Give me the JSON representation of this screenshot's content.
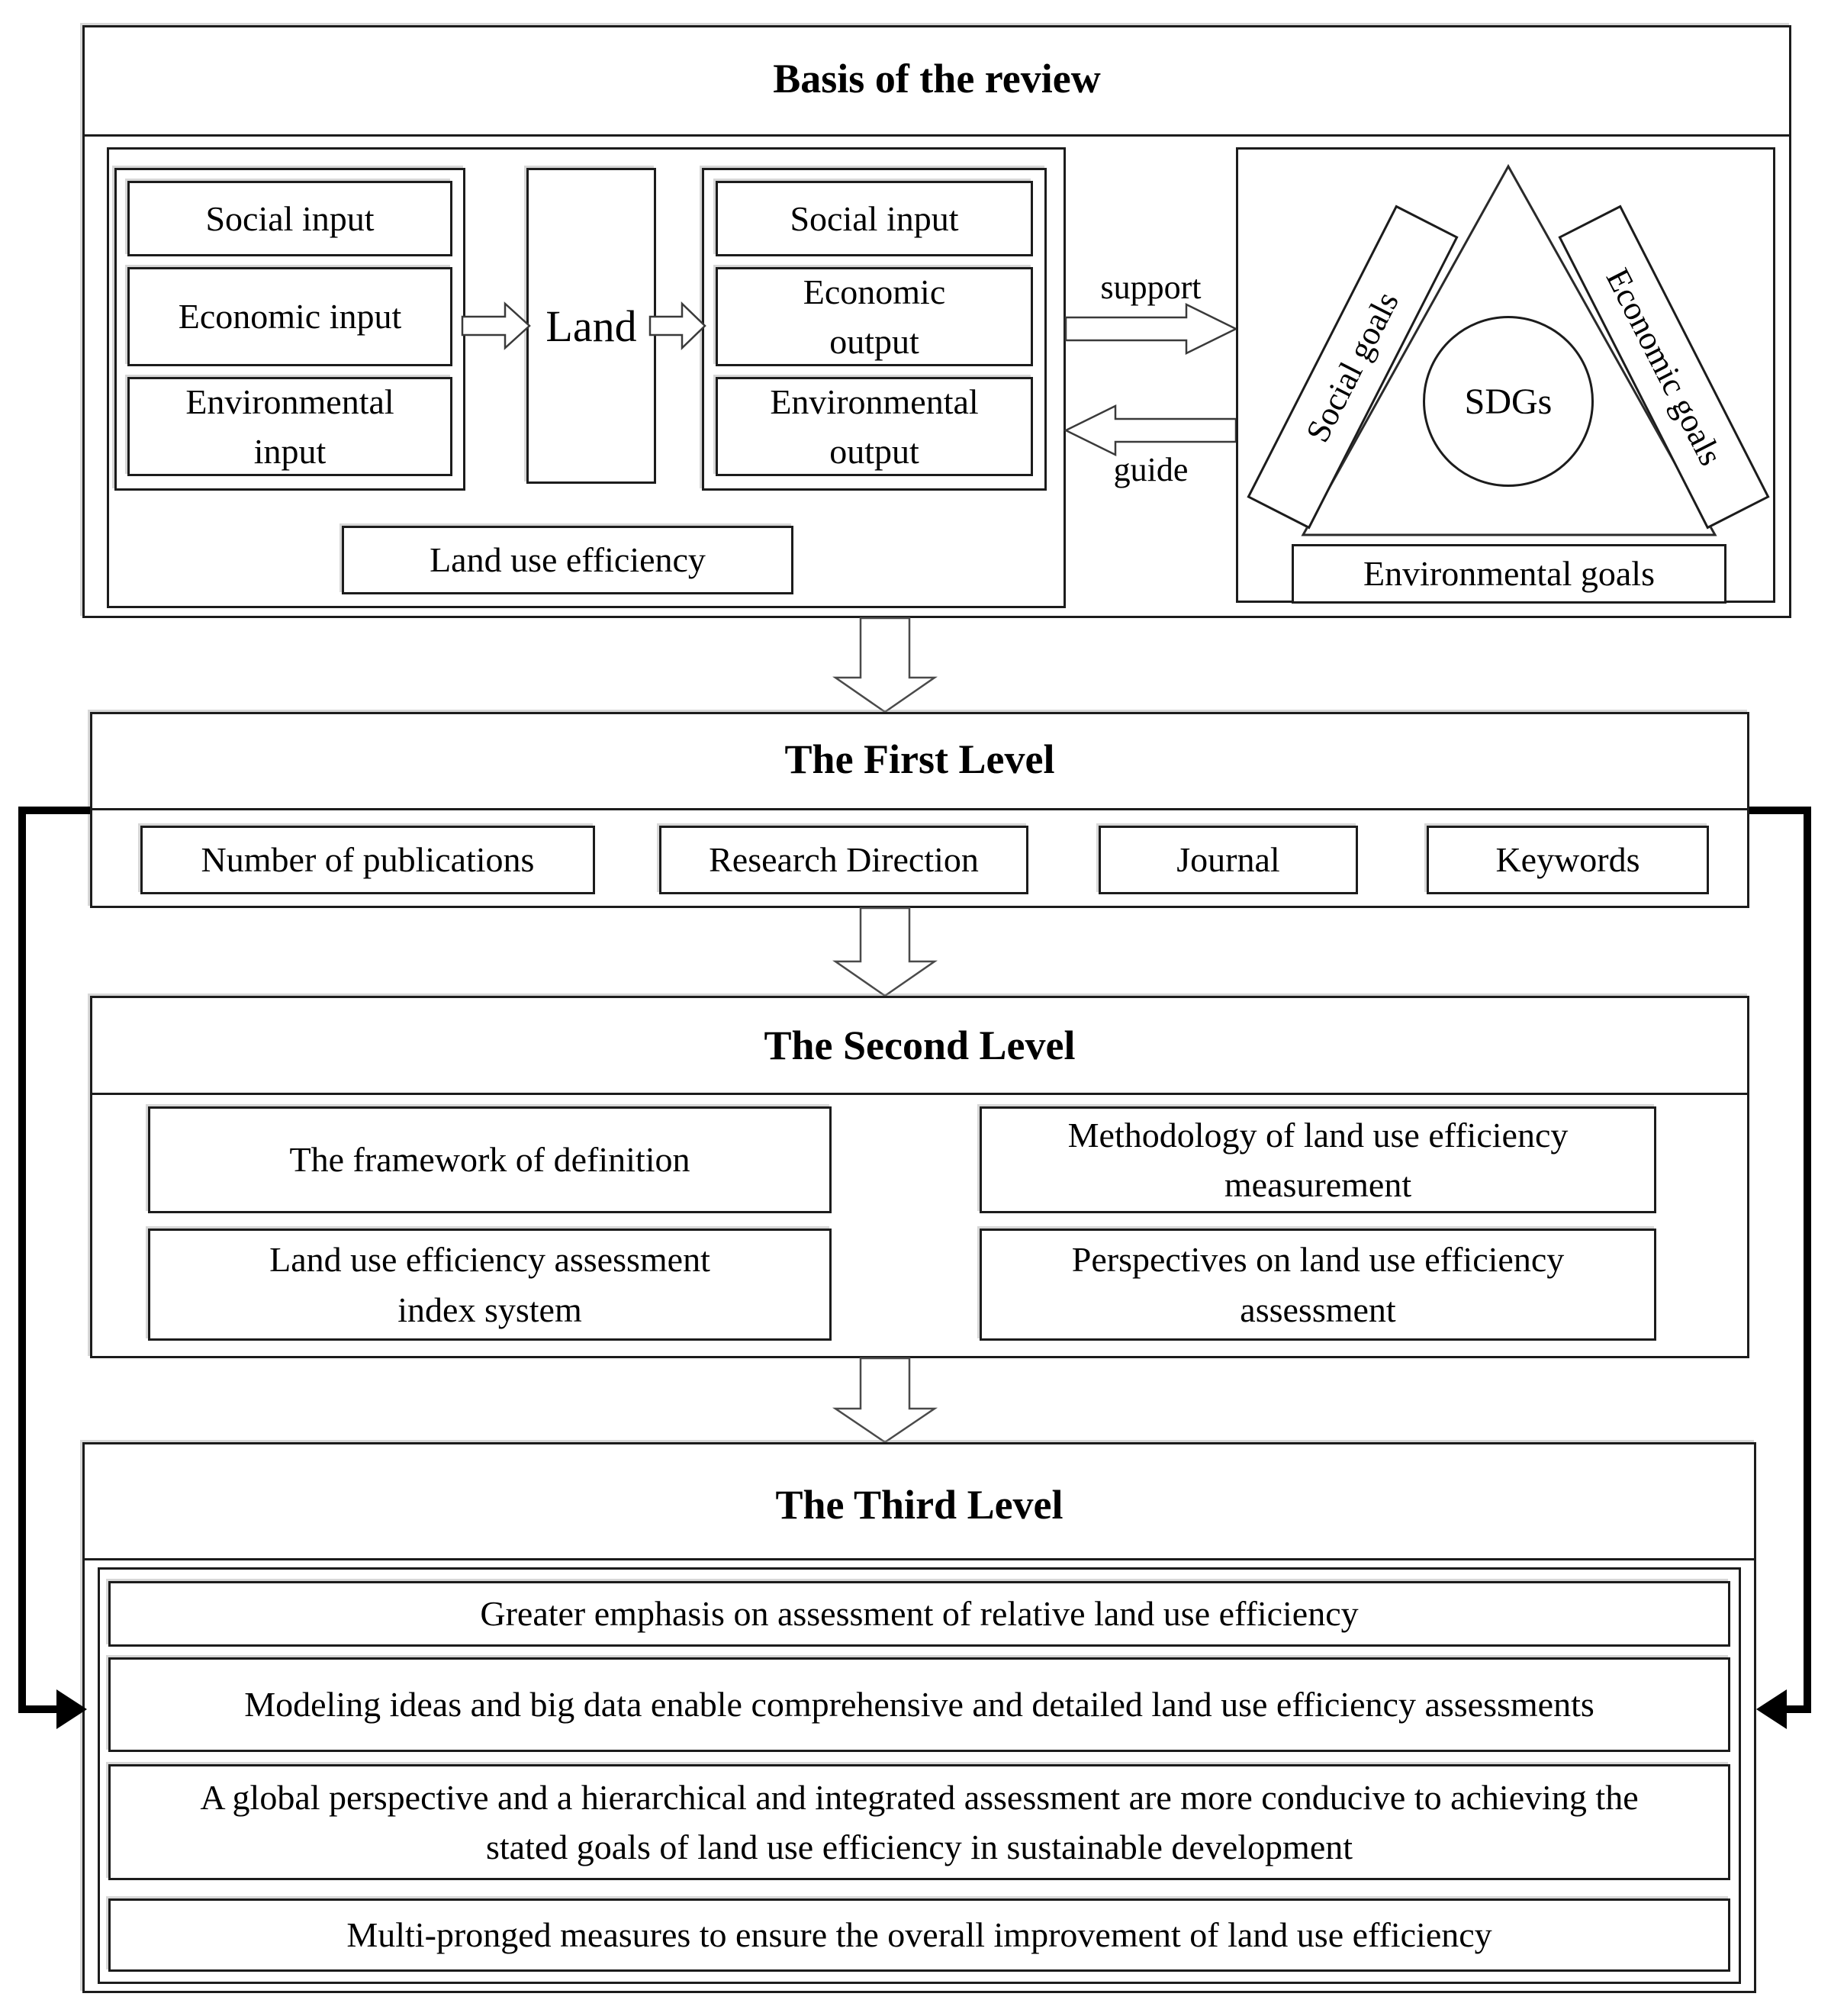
{
  "basis": {
    "title": "Basis of the review",
    "inputs": [
      "Social input",
      "Economic input",
      "Environmental input"
    ],
    "land_label": "Land",
    "outputs": [
      "Social input",
      "Economic output",
      "Environmental output"
    ],
    "efficiency_label": "Land use efficiency",
    "support_label": "support",
    "guide_label": "guide",
    "sdg": {
      "center": "SDGs",
      "left": "Social goals",
      "right": "Economic goals",
      "bottom": "Environmental goals"
    }
  },
  "first_level": {
    "title": "The First Level",
    "items": [
      "Number of publications",
      "Research Direction",
      "Journal",
      "Keywords"
    ]
  },
  "second_level": {
    "title": "The Second Level",
    "items": [
      "The framework of definition",
      "Methodology of land use efficiency measurement",
      "Land use efficiency assessment index system",
      "Perspectives on land use efficiency assessment"
    ]
  },
  "third_level": {
    "title": "The Third Level",
    "items": [
      "Greater emphasis on assessment of relative land use efficiency",
      "Modeling ideas and big data enable comprehensive and detailed land use efficiency assessments",
      "A global perspective and a hierarchical and integrated assessment are more conducive to achieving the stated goals of land use efficiency in sustainable development",
      "Multi-pronged measures to ensure the overall improvement of land use efficiency"
    ]
  },
  "colors": {
    "line": "#1c1c1c",
    "arrow_fill": "#ffffff",
    "feedback_line": "#000000",
    "background": "#ffffff"
  }
}
